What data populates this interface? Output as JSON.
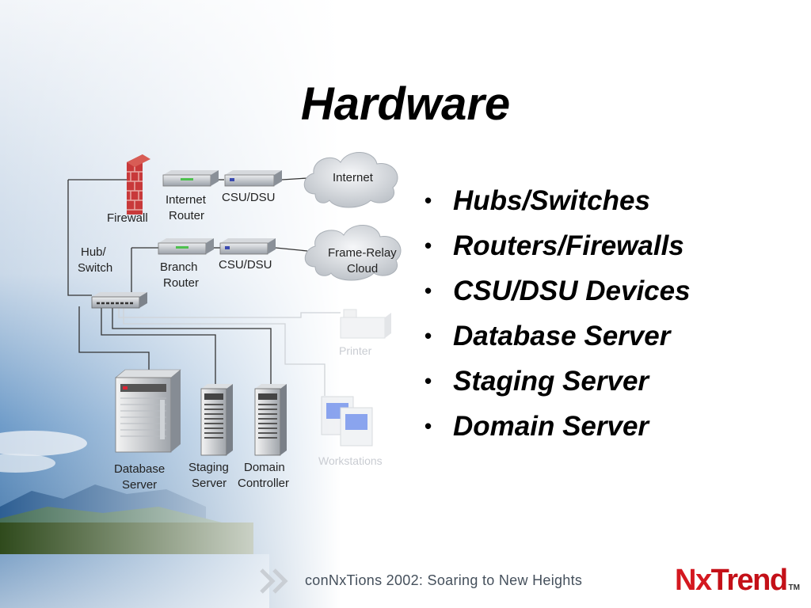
{
  "slide": {
    "title": "Hardware",
    "bullets": [
      "Hubs/Switches",
      "Routers/Firewalls",
      "CSU/DSU Devices",
      "Database Server",
      "Staging Server",
      "Domain Server"
    ],
    "footer": "conNxTions 2002: Soaring to New Heights",
    "brand": {
      "part1": "Nx",
      "part2": "Trend",
      "tm": "TM"
    }
  },
  "diagram": {
    "labels": {
      "firewall": "Firewall",
      "internet_router_1": "Internet",
      "internet_router_2": "Router",
      "csu_dsu_top": "CSU/DSU",
      "internet": "Internet",
      "hub_1": "Hub/",
      "hub_2": "Switch",
      "branch_router_1": "Branch",
      "branch_router_2": "Router",
      "csu_dsu_bottom": "CSU/DSU",
      "frame_relay_1": "Frame-Relay",
      "frame_relay_2": "Cloud",
      "printer": "Printer",
      "workstations": "Workstations",
      "database_1": "Database",
      "database_2": "Server",
      "staging_1": "Staging",
      "staging_2": "Server",
      "domain_1": "Domain",
      "domain_2": "Controller"
    }
  },
  "colors": {
    "sky_top": "#e8eef5",
    "sky_mid": "#6f9cc9",
    "mountain": "#2e5f93",
    "forest": "#2f4a1c",
    "brand_red": "#d41820",
    "firewall_brick": "#c8393a",
    "monitor_screen": "#5a7ee8"
  }
}
